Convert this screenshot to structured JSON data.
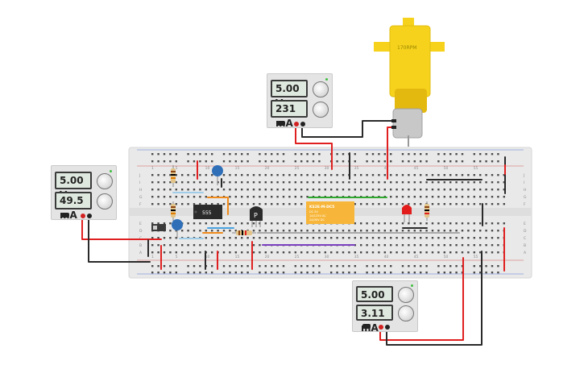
{
  "supplies": [
    {
      "voltage": "5.00 V",
      "current": "49.5 mA"
    },
    {
      "voltage": "5.00 V",
      "current": "231 mA"
    },
    {
      "voltage": "5.00 V",
      "current": "3.11 mA"
    }
  ],
  "motor": {
    "label": "170RPM"
  },
  "chip_555": {
    "label": "555"
  },
  "transistor": {
    "label": "P"
  },
  "relay": {
    "title": "KS2E-M-DC5",
    "lines": [
      "DC 5V",
      "1A/125V AC",
      "2A/30V DC"
    ]
  },
  "breadboard": {
    "column_numbers": [
      "1",
      "5",
      "10",
      "15",
      "20",
      "25",
      "30",
      "35",
      "40",
      "45",
      "50",
      "55"
    ],
    "row_letters_top": [
      "J",
      "I",
      "H",
      "G",
      "F"
    ],
    "row_letters_bottom": [
      "E",
      "D",
      "C",
      "B",
      "A"
    ]
  },
  "colors": {
    "wire_red": "#e02020",
    "wire_black": "#2a2a2a",
    "wire_green": "#2ea82e",
    "wire_purple": "#7a3fbf",
    "wire_blue": "#9fcde8",
    "wire_orange": "#f08a1a",
    "motor_yellow": "#f6d21d",
    "relay_yellow": "#f7b63a",
    "board": "#e9e9e9"
  }
}
